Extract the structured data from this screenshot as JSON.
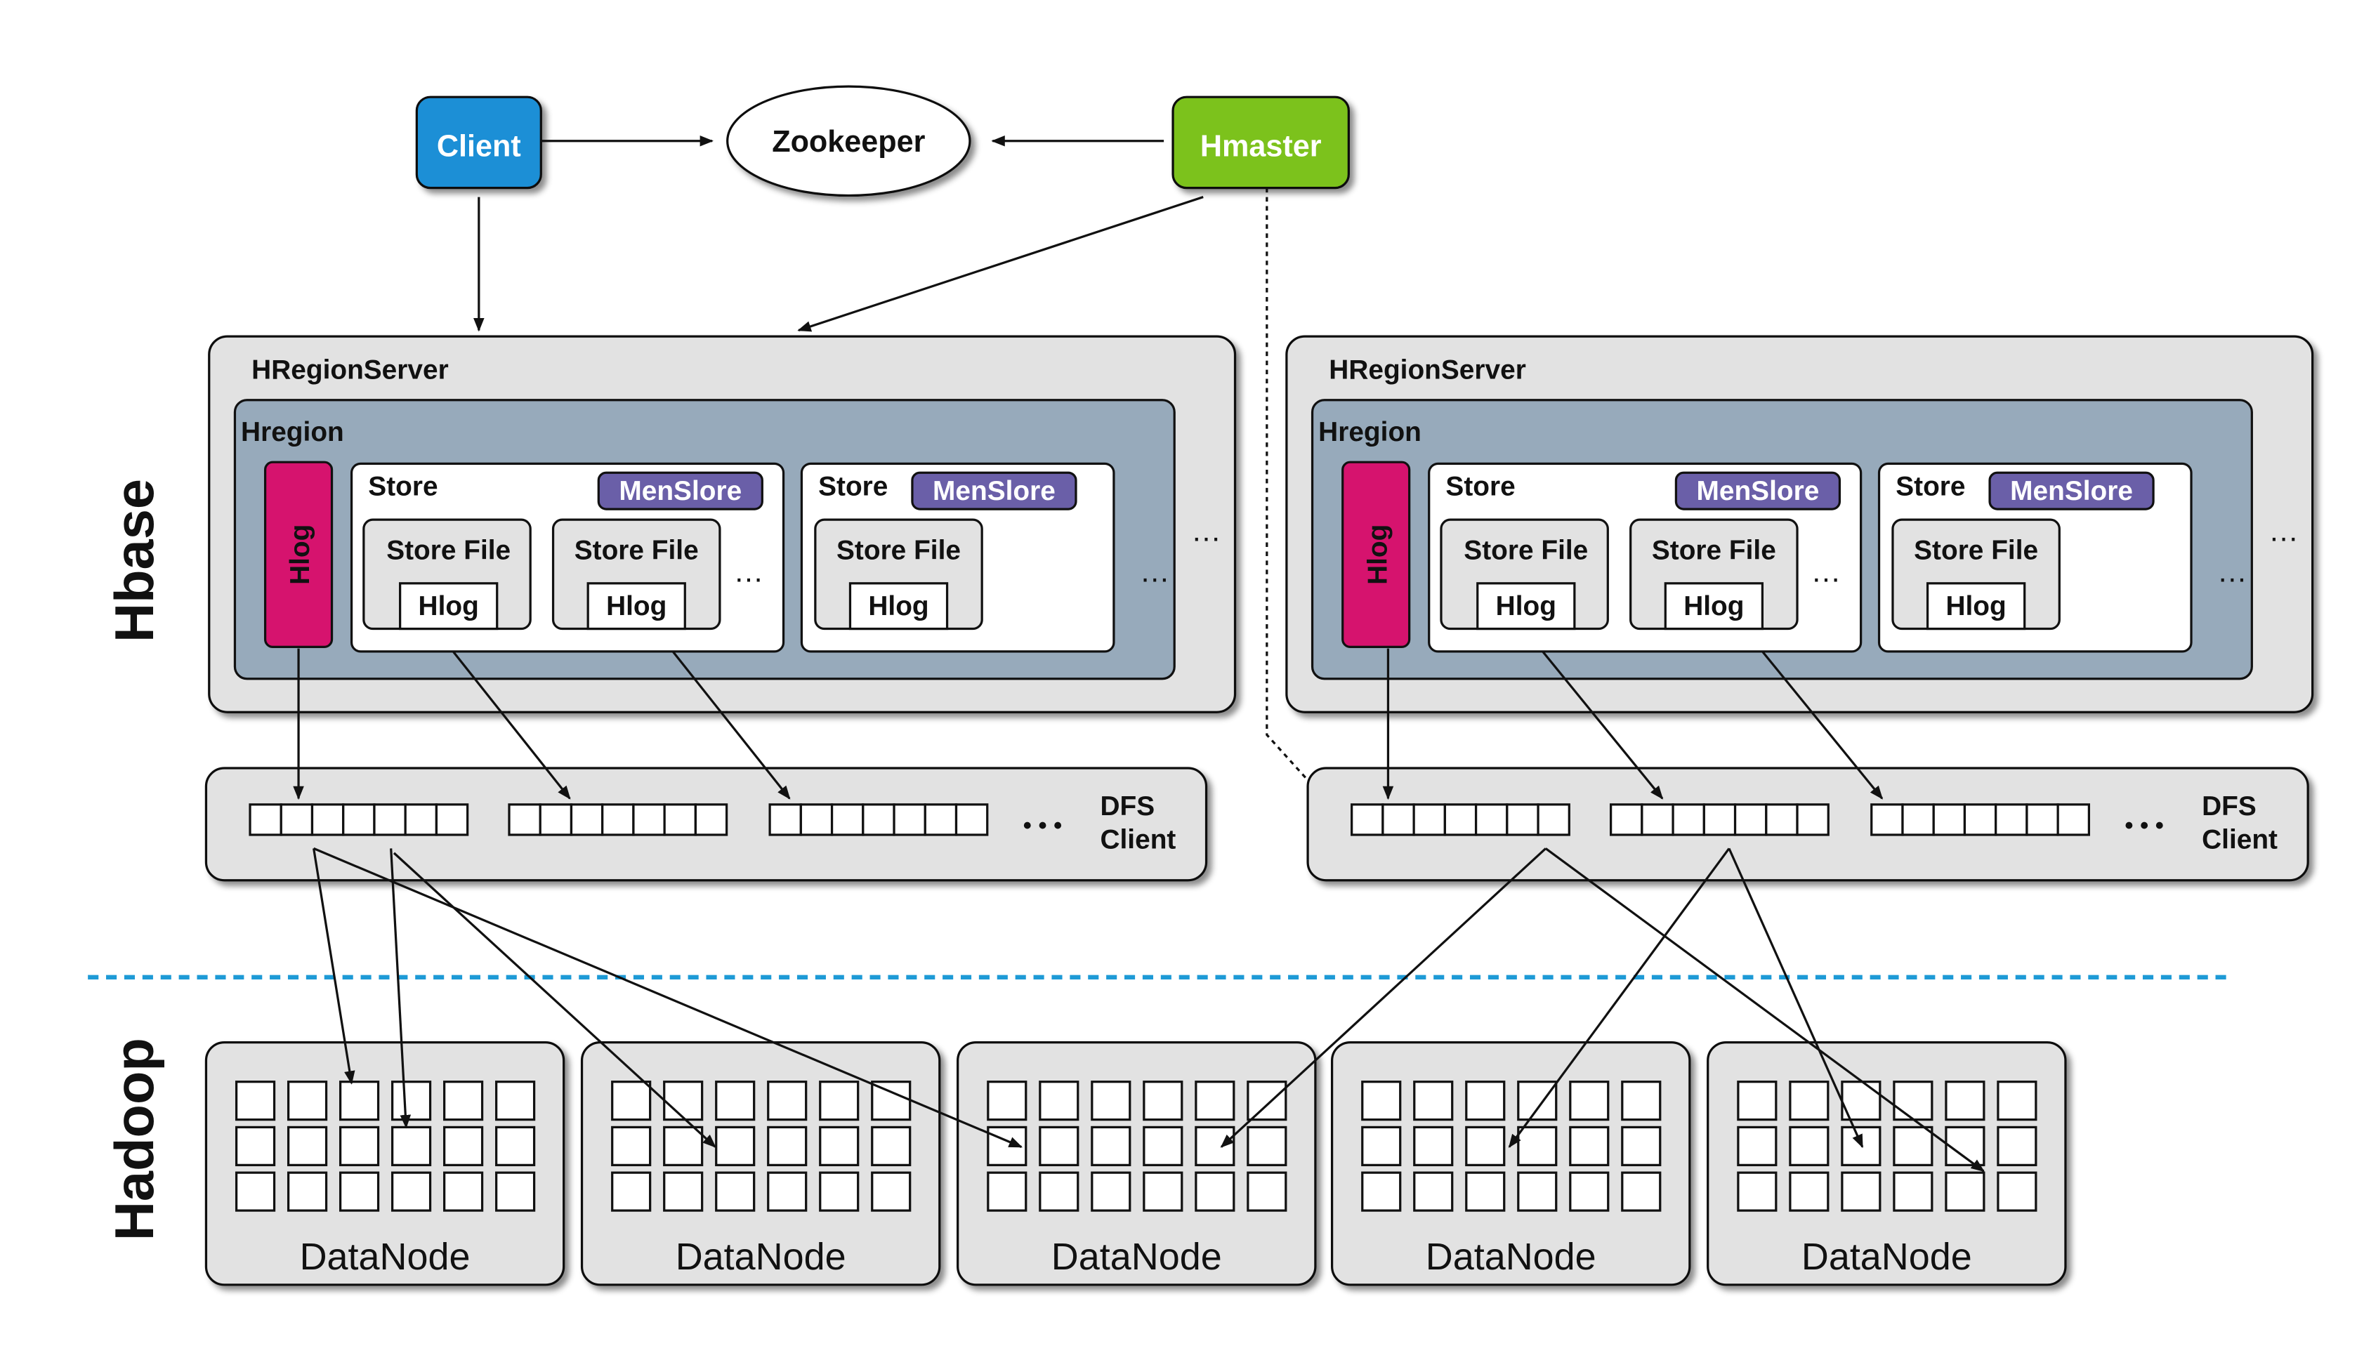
{
  "top": {
    "client": "Client",
    "zookeeper": "Zookeeper",
    "hmaster": "Hmaster"
  },
  "side_labels": {
    "hbase": "Hbase",
    "hadoop": "Hadoop"
  },
  "servers": [
    {
      "title": "HRegionServer",
      "region_label": "Hregion",
      "hlog": "Hlog",
      "stores": [
        {
          "label": "Store",
          "memstore": "MenSlore",
          "files": [
            {
              "label": "Store File",
              "hlog": "Hlog"
            },
            {
              "label": "Store File",
              "hlog": "Hlog"
            }
          ],
          "more": "…"
        },
        {
          "label": "Store",
          "memstore": "MenSlore",
          "files": [
            {
              "label": "Store File",
              "hlog": "Hlog"
            }
          ],
          "more": "…"
        }
      ],
      "region_more": "…",
      "dfs_more": "• • •",
      "dfs_label": [
        "DFS",
        "Client"
      ]
    },
    {
      "title": "HRegionServer",
      "region_label": "Hregion",
      "hlog": "Hlog",
      "stores": [
        {
          "label": "Store",
          "memstore": "MenSlore",
          "files": [
            {
              "label": "Store File",
              "hlog": "Hlog"
            },
            {
              "label": "Store File",
              "hlog": "Hlog"
            }
          ],
          "more": "…"
        },
        {
          "label": "Store",
          "memstore": "MenSlore",
          "files": [
            {
              "label": "Store File",
              "hlog": "Hlog"
            }
          ],
          "more": "…"
        }
      ],
      "region_more": "…",
      "dfs_more": "• • •",
      "dfs_label": [
        "DFS",
        "Client"
      ]
    }
  ],
  "datanodes": [
    "DataNode",
    "DataNode",
    "DataNode",
    "DataNode",
    "DataNode"
  ],
  "colors": {
    "client": "#1e8fd6",
    "hmaster": "#7cc21f",
    "hlog": "#d6136e",
    "memstore": "#6a5fa8",
    "region": "#97aabb",
    "server": "#e2e2e2",
    "divider": "#1e9ad6"
  }
}
